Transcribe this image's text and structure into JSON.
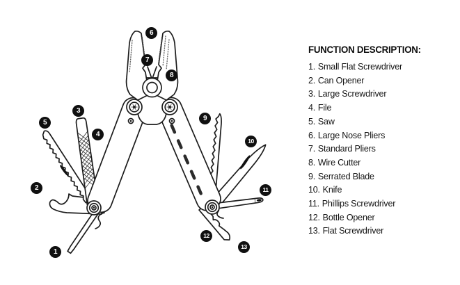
{
  "panel": {
    "heading": "FUNCTION DESCRIPTION:",
    "items": [
      {
        "num": "1.",
        "label": "Small Flat Screwdriver"
      },
      {
        "num": "2.",
        "label": "Can Opener"
      },
      {
        "num": "3.",
        "label": "Large Screwdriver"
      },
      {
        "num": "4.",
        "label": "File"
      },
      {
        "num": "5.",
        "label": "Saw"
      },
      {
        "num": "6.",
        "label": "Large Nose Pliers"
      },
      {
        "num": "7.",
        "label": "Standard Pliers"
      },
      {
        "num": "8.",
        "label": "Wire Cutter"
      },
      {
        "num": "9.",
        "label": "Serrated Blade"
      },
      {
        "num": "10.",
        "label": "Knife"
      },
      {
        "num": "11.",
        "label": "Phillips Screwdriver"
      },
      {
        "num": "12.",
        "label": "Bottle Opener"
      },
      {
        "num": "13.",
        "label": "Flat Screwdriver"
      }
    ]
  },
  "diagram": {
    "callouts": [
      {
        "num": "1",
        "tool": "Small Flat Screwdriver"
      },
      {
        "num": "2",
        "tool": "Can Opener"
      },
      {
        "num": "3",
        "tool": "Large Screwdriver"
      },
      {
        "num": "4",
        "tool": "File"
      },
      {
        "num": "5",
        "tool": "Saw"
      },
      {
        "num": "6",
        "tool": "Large Nose Pliers"
      },
      {
        "num": "7",
        "tool": "Standard Pliers"
      },
      {
        "num": "8",
        "tool": "Wire Cutter"
      },
      {
        "num": "9",
        "tool": "Serrated Blade"
      },
      {
        "num": "10",
        "tool": "Knife"
      },
      {
        "num": "11",
        "tool": "Phillips Screwdriver"
      },
      {
        "num": "12",
        "tool": "Bottle Opener"
      },
      {
        "num": "13",
        "tool": "Flat Screwdriver"
      }
    ]
  },
  "colors": {
    "ink": "#1c1c1c",
    "background": "#ffffff",
    "badge_fill": "#101010",
    "badge_text": "#ffffff"
  }
}
